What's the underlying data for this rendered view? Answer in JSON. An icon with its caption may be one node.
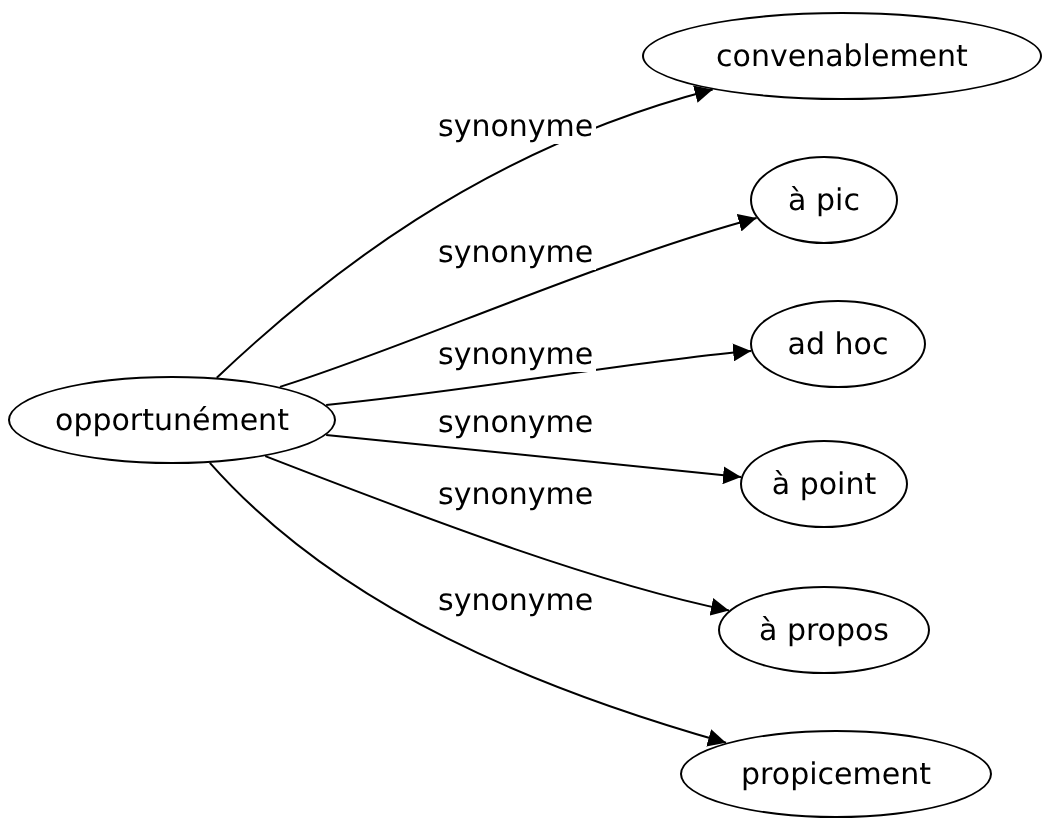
{
  "diagram": {
    "nodes": [
      {
        "text": [
          "opportunément"
        ]
      },
      {
        "text": [
          "convenablement"
        ]
      },
      {
        "text": [
          "à pic"
        ]
      },
      {
        "text": [
          "ad hoc"
        ]
      },
      {
        "text": [
          "à point"
        ]
      },
      {
        "text": [
          "à propos"
        ]
      },
      {
        "text": [
          "propicement"
        ]
      }
    ],
    "edges": [
      {
        "from": 0,
        "to": 1,
        "arrow": "to",
        "label": "synonyme"
      },
      {
        "from": 0,
        "to": 2,
        "arrow": "to",
        "label": "synonyme"
      },
      {
        "from": 0,
        "to": 3,
        "arrow": "to",
        "label": "synonyme"
      },
      {
        "from": 0,
        "to": 4,
        "arrow": "to",
        "label": "synonyme"
      },
      {
        "from": 0,
        "to": 5,
        "arrow": "to",
        "label": "synonyme"
      },
      {
        "from": 0,
        "to": 6,
        "arrow": "to",
        "label": "synonyme"
      }
    ]
  }
}
